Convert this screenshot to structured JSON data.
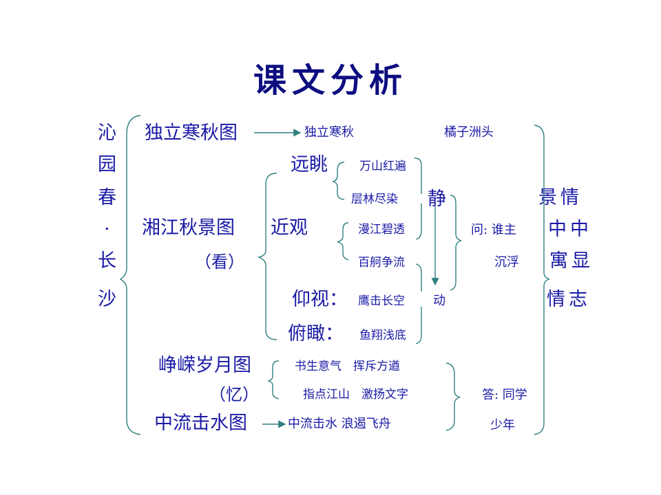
{
  "title": "课文分析",
  "poem_title_chars": [
    "沁",
    "园",
    "春",
    "·",
    "长",
    "沙"
  ],
  "scenes": {
    "s1": "独立寒秋图",
    "s1_detail_a": "独立寒秋",
    "s1_detail_b": "橘子洲头",
    "s2": "湘江秋景图",
    "s2_note": "（看）",
    "far": "远眺",
    "near": "近观",
    "up": "仰视：",
    "down": "俯瞰：",
    "far_a": "万山红遍",
    "far_b": "层林尽染",
    "near_a": "漫江碧透",
    "near_b": "百舸争流",
    "up_a": "鹰击长空",
    "down_a": "鱼翔浅底",
    "still": "静",
    "move": "动",
    "q": "问: 谁主",
    "q2": "沉浮",
    "s3": "峥嵘岁月图",
    "s3_note": "（忆）",
    "s3_a": "书生意气　挥斥方遒",
    "s3_b": "指点江山　激扬文字",
    "s4": "中流击水图",
    "s4_a": "中流击水 浪遏飞舟",
    "ans": "答: 同学",
    "ans2": "少年"
  },
  "right_cols": {
    "col_left": [
      "景",
      "中",
      "寓",
      "情"
    ],
    "col_right": [
      "情",
      "中",
      "显",
      "志"
    ]
  },
  "colors": {
    "text": "#1a1aa6",
    "title": "#0d0d80",
    "lines": "#2f7f7f"
  }
}
